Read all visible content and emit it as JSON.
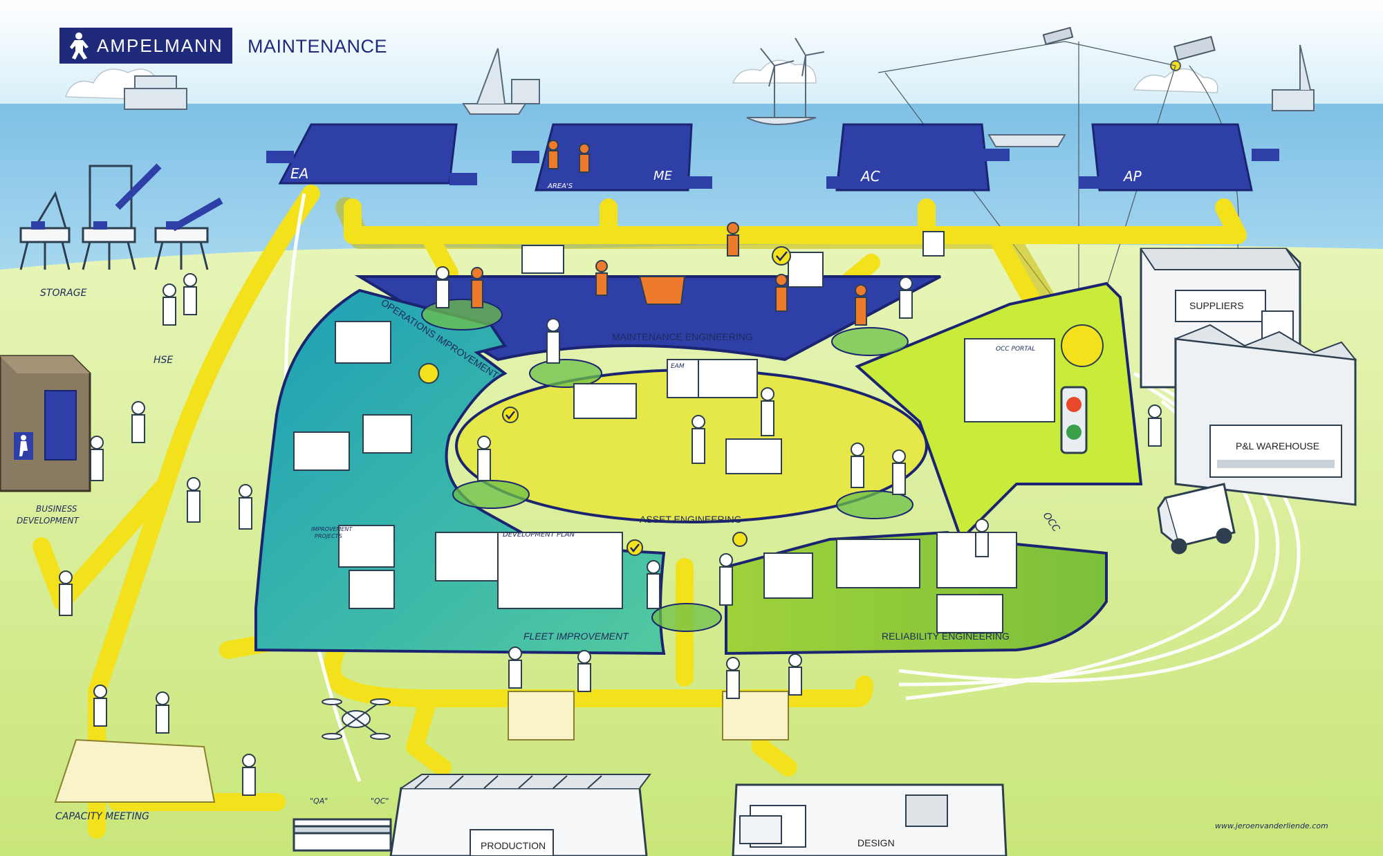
{
  "brand": {
    "logo_text": "AMPELMANN",
    "page_title": "MAINTENANCE",
    "logo_color": "#1f2a7a"
  },
  "colors": {
    "sea": "#8ec9e8",
    "sky": "#eaf6fb",
    "grass": "#dcef9e",
    "road": "#f2e11b",
    "dock": "#2f3fa8",
    "teal": "#22b3b8",
    "yellow_zone": "#e6e84a",
    "lime_zone": "#c9ec3a",
    "green_zone": "#8cc53f",
    "hub": "#58b847"
  },
  "docks": {
    "ea": "EA",
    "me": "ME",
    "me_sub": "AREA'S",
    "ac": "AC",
    "ap": "AP"
  },
  "zones": {
    "maintenance_engineering": "MAINTENANCE ENGINEERING",
    "operations_improvement": "OPERATIONS IMPROVEMENT",
    "asset_engineering": "ASSET ENGINEERING",
    "fleet_improvement": "FLEET IMPROVEMENT",
    "reliability_engineering": "RELIABILITY ENGINEERING",
    "occ": "OCC"
  },
  "areas": {
    "storage": "STORAGE",
    "hse": "HSE",
    "business_development_l1": "BUSINESS",
    "business_development_l2": "DEVELOPMENT",
    "capacity_meeting": "CAPACITY MEETING",
    "qa": "\"QA\"",
    "qc": "\"QC\""
  },
  "buildings": {
    "suppliers": "SUPPLIERS",
    "warehouse": "P&L WAREHOUSE",
    "production": "PRODUCTION",
    "design": "DESIGN"
  },
  "annotations": {
    "development_plan": "DEVELOPMENT PLAN",
    "improvement_projects_l1": "IMPROVEMENT",
    "improvement_projects_l2": "PROJECTS",
    "occ_portal": "OCC PORTAL",
    "eam": "EAM",
    "credit": "www.jeroenvanderliende.com"
  }
}
